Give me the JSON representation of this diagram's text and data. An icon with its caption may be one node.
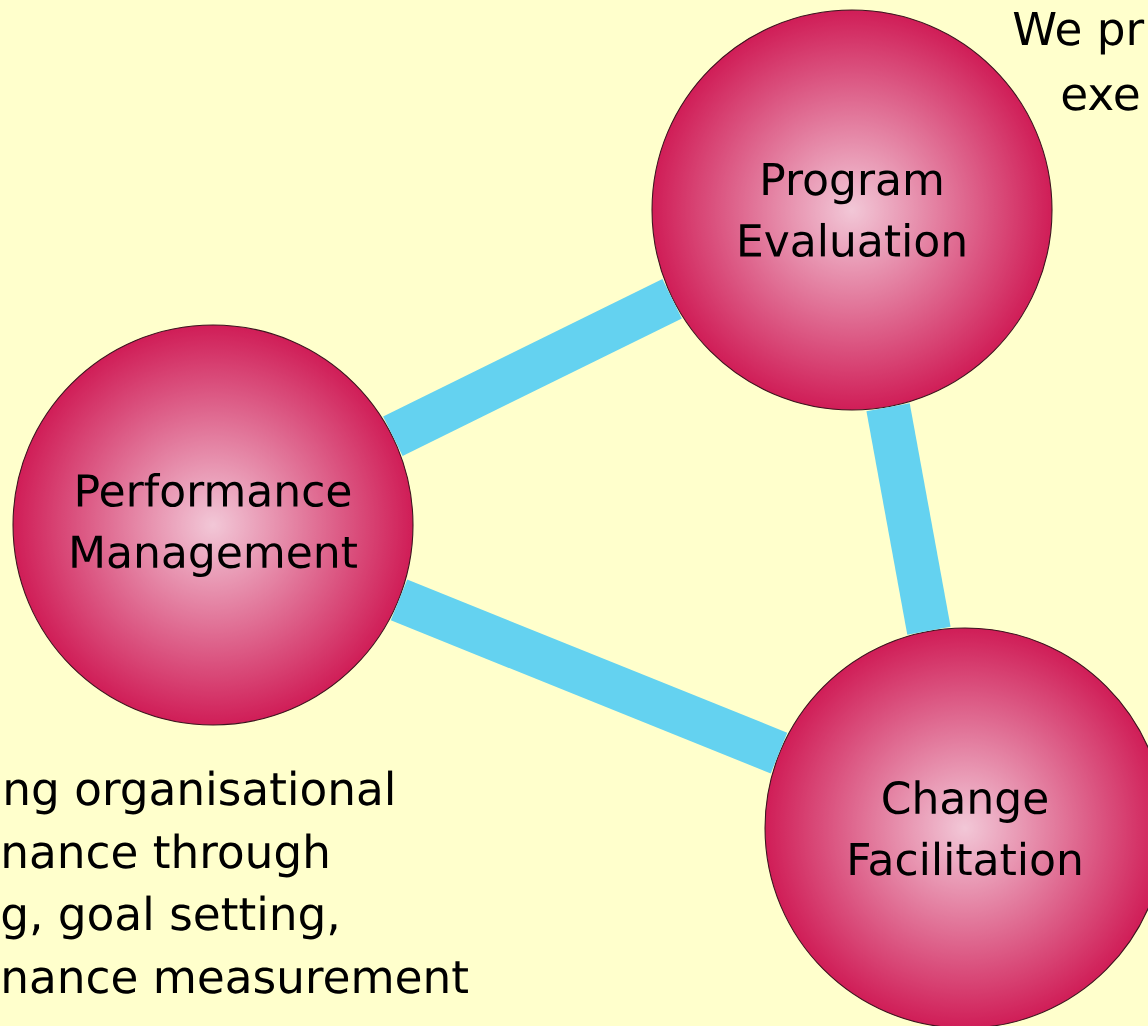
{
  "diagram": {
    "nodes": [
      {
        "text": [
          "Program Evaluation"
        ]
      },
      {
        "text": [
          "Performance Management"
        ]
      },
      {
        "text": [
          "Change Facilitation"
        ]
      }
    ],
    "edges": [
      {
        "from": 1,
        "to": 0,
        "arrow": "none"
      },
      {
        "from": 0,
        "to": 2,
        "arrow": "none"
      },
      {
        "from": 1,
        "to": 2,
        "arrow": "none"
      }
    ],
    "labels": [
      "We pr",
      "exe",
      "ng organisational",
      "nance through",
      "g, goal setting,",
      "nance measurement"
    ]
  }
}
